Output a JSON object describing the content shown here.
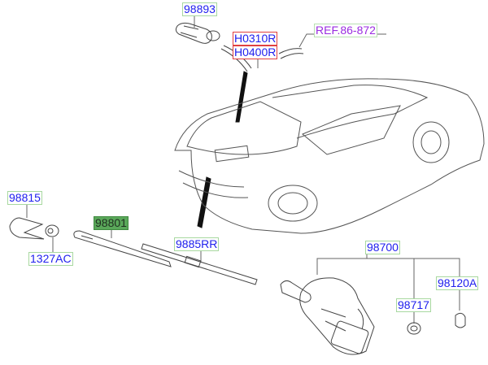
{
  "colors": {
    "label_text": "#2020ee",
    "highlight_bg": "#5aa85a",
    "ref_text": "#9a2be0",
    "alt_border": "#e04040"
  },
  "labels": {
    "p98893": "98893",
    "h0310r": "H0310R",
    "h0400r": "H0400R",
    "ref": "REF.86-872",
    "p98815": "98815",
    "p1327ac": "1327AC",
    "p98801": "98801",
    "p9885rr": "9885RR",
    "p98700": "98700",
    "p98717": "98717",
    "p98120a": "98120A"
  }
}
